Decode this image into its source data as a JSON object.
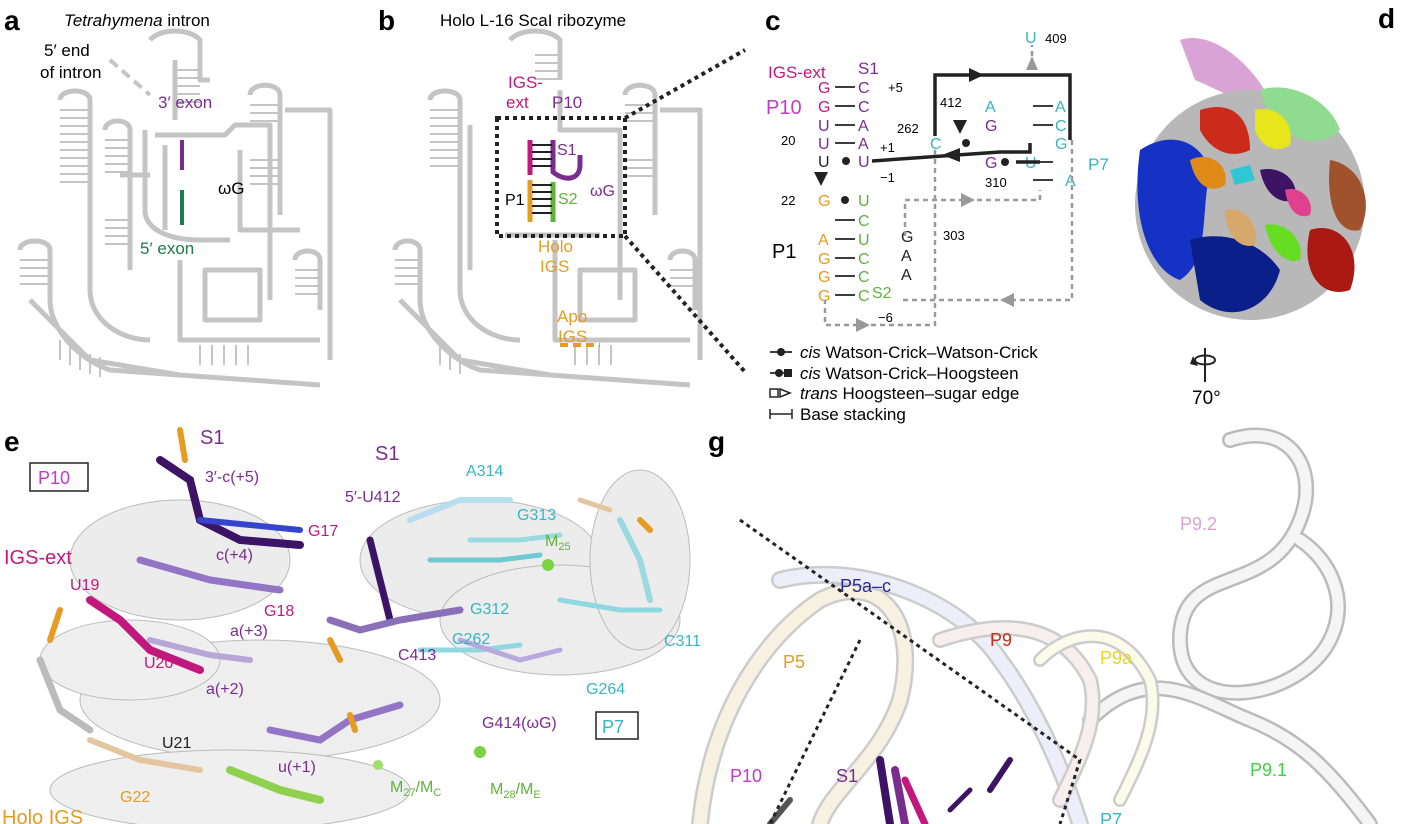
{
  "panels": {
    "a": {
      "letter": "a",
      "title": "Tetrahymena",
      "title_rest": " intron",
      "labels": {
        "end_line1": "5′ end",
        "end_line2": "of intron",
        "exon3": "3′ exon",
        "omegaG": "ωG",
        "exon5": "5′ exon"
      }
    },
    "b": {
      "letter": "b",
      "title": "Holo L-16 ScaI ribozyme",
      "labels": {
        "igs_ext1": "IGS-",
        "igs_ext2": "ext",
        "p10": "P10",
        "s1": "S1",
        "p1": "P1",
        "s2": "S2",
        "omegaG": "ωG",
        "holo1": "Holo",
        "holo2": "IGS",
        "apo1": "Apo",
        "apo2": "IGS"
      }
    },
    "c": {
      "letter": "c",
      "labels": {
        "igs_ext": "IGS-ext",
        "s1": "S1",
        "p10": "P10",
        "p1": "P1",
        "s2": "S2",
        "p7": "P7"
      },
      "numbers": {
        "n409": "409",
        "n412": "412",
        "n262": "262",
        "n20": "20",
        "n22": "22",
        "n303": "303",
        "n310": "310",
        "p5": "+5",
        "p1": "+1",
        "m1": "−1",
        "m6": "−6"
      },
      "left_strand": [
        "G",
        "G",
        "U",
        "U",
        "U",
        "G",
        "A",
        "G",
        "G",
        "G"
      ],
      "right_strand": [
        "C",
        "C",
        "A",
        "A",
        "U",
        "U",
        "C",
        "U",
        "C",
        "C",
        "C"
      ],
      "p7_strand": [
        "U",
        "A",
        "G",
        "A",
        "C",
        "G",
        "G",
        "U",
        "A"
      ],
      "loop_nts": [
        "G",
        "A",
        "A"
      ],
      "legend": [
        {
          "italic": "cis",
          "text": " Watson-Crick–Watson-Crick"
        },
        {
          "italic": "cis",
          "text": " Watson-Crick–Hoogsteen"
        },
        {
          "italic": "trans",
          "text": " Hoogsteen–sugar edge"
        },
        {
          "italic": "",
          "text": "Base stacking"
        }
      ]
    },
    "d": {
      "letter": "d",
      "rotation": "70°"
    },
    "e": {
      "letter": "e",
      "labels": {
        "p10_box": "P10",
        "s1_left": "S1",
        "s1_right": "S1",
        "c5": "3′-c(+5)",
        "u412": "5′-U412",
        "a314": "A314",
        "g313": "G313",
        "m25": "M",
        "m25_sub": "25",
        "g17": "G17",
        "c4": "c(+4)",
        "igs_ext": "IGS-ext",
        "u19": "U19",
        "g18": "G18",
        "a3": "a(+3)",
        "g312": "G312",
        "c413": "C413",
        "c262": "C262",
        "c311": "C311",
        "u20": "U20",
        "a2": "a(+2)",
        "g264": "G264",
        "g414": "G414(ωG)",
        "p7_box": "P7",
        "u21": "U21",
        "u1": "u(+1)",
        "m27": "M",
        "m27_sub": "27",
        "mc": "/M",
        "mc_sub": "C",
        "m28": "M",
        "m28_sub": "28",
        "me": "/M",
        "me_sub": "E",
        "g22": "G22",
        "holo": "Holo IGS"
      }
    },
    "g": {
      "letter": "g",
      "labels": {
        "p92": "P9.2",
        "p5ac": "P5a–c",
        "p9": "P9",
        "p5": "P5",
        "p9a": "P9a",
        "p91": "P9.1",
        "p10": "P10",
        "s1": "S1",
        "p7": "P7"
      }
    }
  },
  "colors": {
    "purple": "#7b2c8f",
    "magenta": "#c2187e",
    "orange": "#e69b22",
    "green": "#5fb33a",
    "dark_green": "#1f7a4c",
    "teal": "#36b6c2",
    "gray": "#c4c4c4",
    "dark_purple": "#3d1366"
  }
}
